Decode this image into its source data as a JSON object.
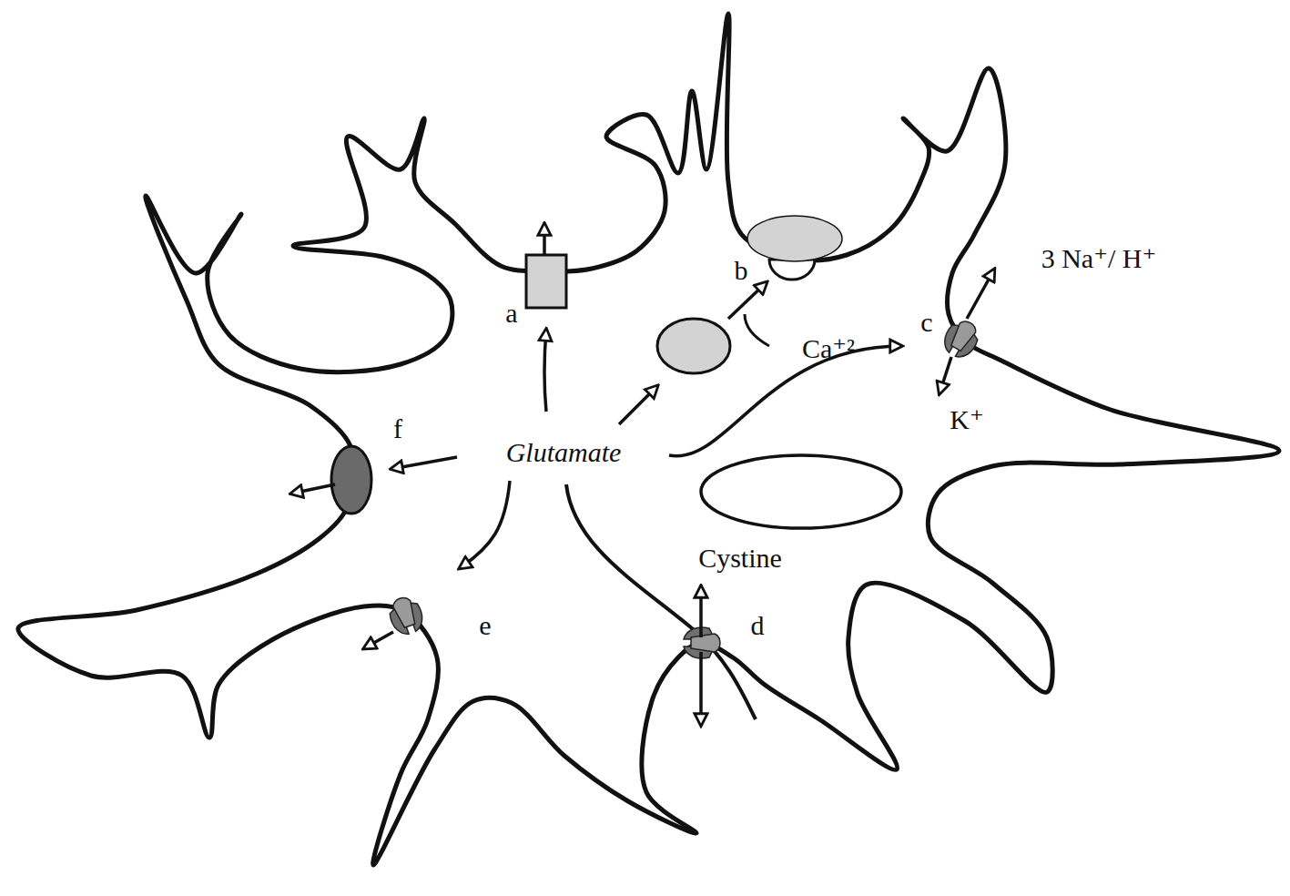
{
  "diagram": {
    "labels": [
      "a",
      "b",
      "c",
      "d",
      "e",
      "f",
      "Glutamate",
      "Ca⁺²",
      "3 Na⁺/ H⁺",
      "K⁺",
      "Cystine"
    ]
  }
}
